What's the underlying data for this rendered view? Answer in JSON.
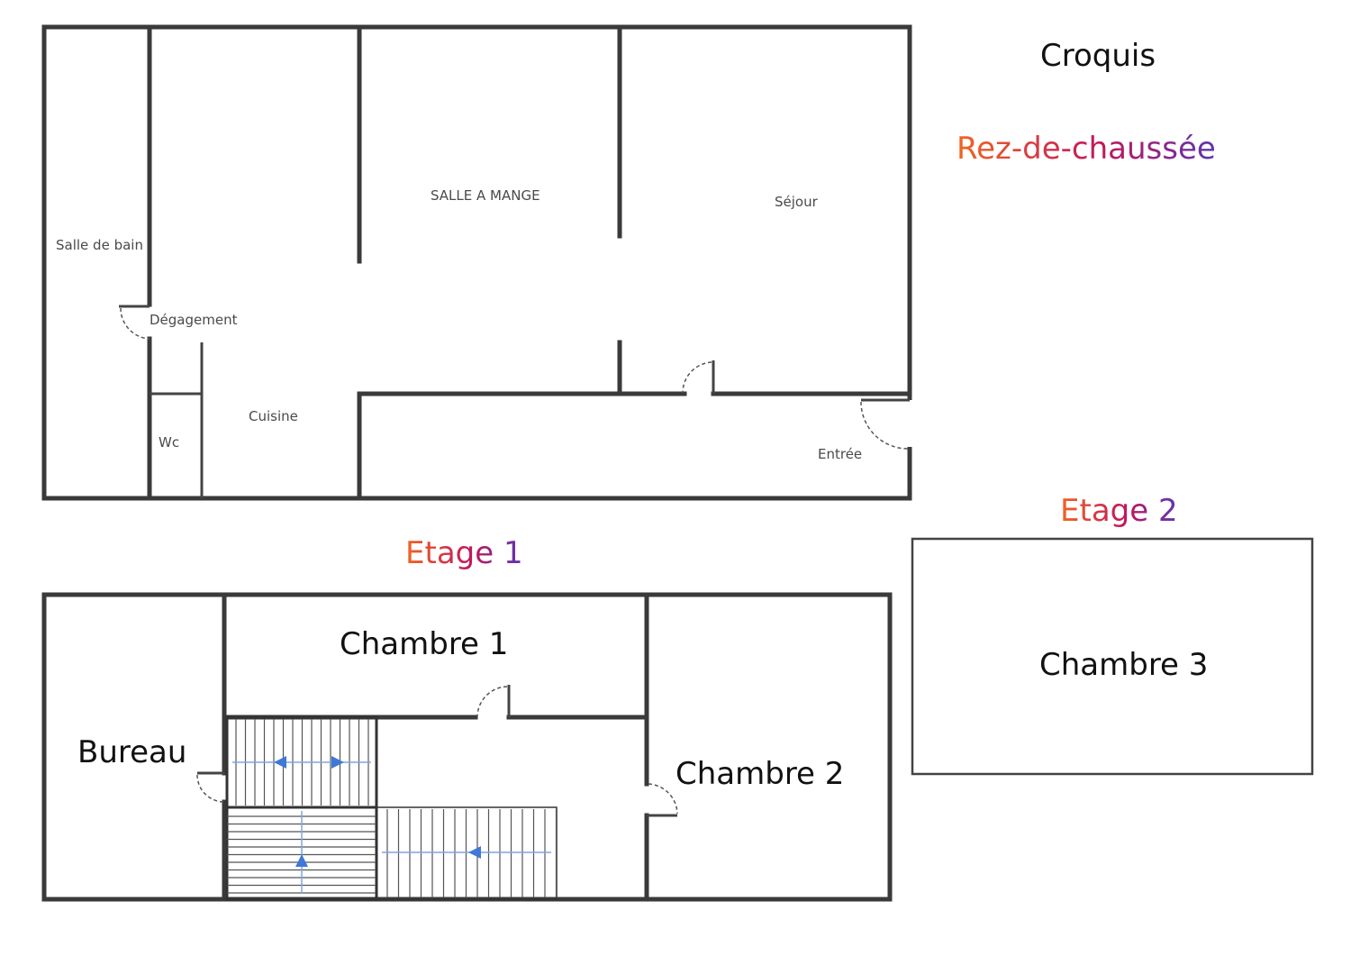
{
  "title": "Croquis",
  "levels": {
    "ground": {
      "label": "Rez-de-chaussée",
      "rooms": {
        "salle_de_bain": "Salle de bain",
        "degagement": "Dégagement",
        "wc": "Wc",
        "cuisine": "Cuisine",
        "salle_a_manger": "SALLE A MANGE",
        "sejour": "Séjour",
        "entree": "Entrée"
      }
    },
    "first": {
      "label": "Etage 1",
      "rooms": {
        "bureau": "Bureau",
        "chambre1": "Chambre 1",
        "chambre2": "Chambre 2"
      }
    },
    "second": {
      "label": "Etage 2",
      "rooms": {
        "chambre3": "Chambre 3"
      }
    }
  },
  "colors": {
    "wall": "#3a3a3a",
    "label_gradient_start": "#f26522",
    "label_gradient_mid": "#c2185b",
    "label_gradient_end": "#5e35b1",
    "stair_arrow": "#3f78d6"
  }
}
